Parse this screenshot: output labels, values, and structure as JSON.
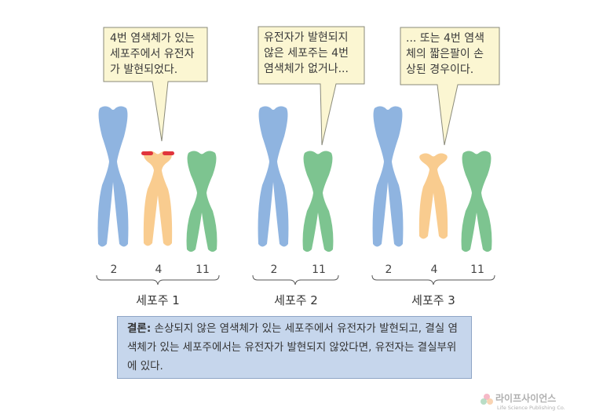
{
  "speech_bubbles": [
    {
      "text": "4번 염색체가 있는\n세포주에서 유전자\n가 발현되었다."
    },
    {
      "text": "유전자가  발현되지\n않은 세포주는 4번\n염색체가 없거나..."
    },
    {
      "text": "... 또는 4번 염색\n체의 짧은팔이 손\n상된 경우이다."
    }
  ],
  "cell_lines": [
    {
      "label": "세포주 1",
      "chromosomes": [
        "2",
        "4",
        "11"
      ]
    },
    {
      "label": "세포주 2",
      "chromosomes": [
        "2",
        "11"
      ]
    },
    {
      "label": "세포주 3",
      "chromosomes": [
        "2",
        "4",
        "11"
      ]
    }
  ],
  "conclusion": {
    "label": "결론:",
    "text": "손상되지 않은 염색체가  있는 세포주에서 유전자가 발현되고, 결실 염색체가 있는 세포주에서는 유전자가 발현되지 않았다면, 유전자는 결실부위에 있다."
  },
  "publisher": {
    "name": "라이프사이언스",
    "subtitle": "Life Science Publishing Co."
  },
  "colors": {
    "chr2": "#8fb4e0",
    "chr4": "#f9cc8f",
    "chr11": "#7dc490",
    "marker": "#e0343c",
    "bubble_fill": "#fbf6d2",
    "bubble_stroke": "#8a8a7a",
    "conclusion_fill": "#c6d6ec"
  }
}
